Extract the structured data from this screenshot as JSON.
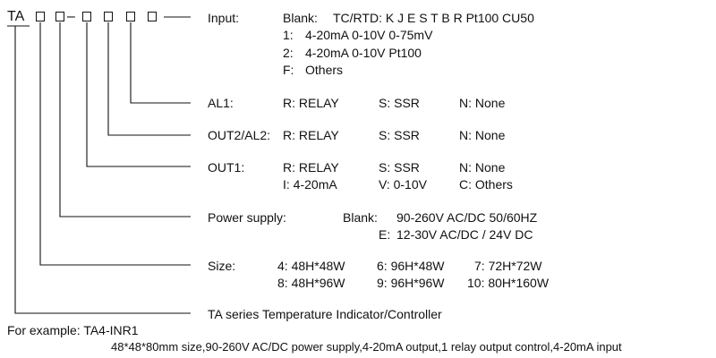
{
  "model_code": {
    "prefix": "TA",
    "separator": "–"
  },
  "input": {
    "label": "Input:",
    "rows": [
      {
        "key": "Blank:",
        "value": "TC/RTD: K J E S T B R Pt100 CU50"
      },
      {
        "key": "1:",
        "value": "4-20mA  0-10V  0-75mV"
      },
      {
        "key": "2:",
        "value": "4-20mA 0-10V Pt100"
      },
      {
        "key": "F:",
        "value": "Others"
      }
    ]
  },
  "al1": {
    "label": "AL1:",
    "options": [
      "R: RELAY",
      "S: SSR",
      "N:  None"
    ]
  },
  "out2": {
    "label": "OUT2/AL2:",
    "options": [
      "R: RELAY",
      "S: SSR",
      "N:  None"
    ]
  },
  "out1": {
    "label": "OUT1:",
    "row1": [
      "R: RELAY",
      "S: SSR",
      "N:  None"
    ],
    "row2": [
      "I: 4-20mA",
      "V: 0-10V",
      "C: Others"
    ]
  },
  "power": {
    "label": "Power supply:",
    "rows": [
      {
        "key": "Blank:",
        "value": "90-260V AC/DC    50/60HZ"
      },
      {
        "key": "E:",
        "value": "12-30V AC/DC / 24V DC"
      }
    ]
  },
  "size": {
    "label": "Size:",
    "row1": [
      "4: 48H*48W",
      "6: 96H*48W",
      "7: 72H*72W"
    ],
    "row2": [
      "8: 48H*96W",
      "9: 96H*96W",
      "10: 80H*160W"
    ]
  },
  "series": {
    "label": "TA series Temperature Indicator/Controller"
  },
  "example": {
    "label": "For example: TA4-INR1",
    "description": "48*48*80mm size,90-260V AC/DC power supply,4-20mA output,1 relay output control,4-20mA input"
  }
}
